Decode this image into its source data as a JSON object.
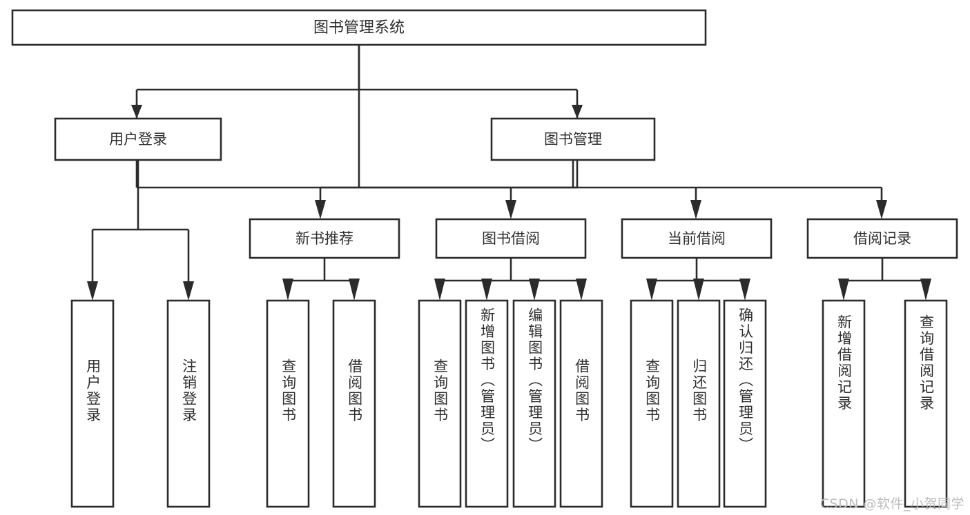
{
  "diagram": {
    "kind": "tree-structure-chart",
    "title": "图书管理系统",
    "background_color": "#ffffff",
    "line_color": "#2b2b2b",
    "text_color": "#2f2f2f",
    "nodes": {
      "root": {
        "label": "图书管理系统"
      },
      "level1": [
        {
          "id": "user-login",
          "label": "用户登录"
        },
        {
          "id": "book-manage",
          "label": "图书管理"
        }
      ],
      "level2": [
        {
          "id": "new-book-recommend",
          "label": "新书推荐",
          "parent": "book-manage"
        },
        {
          "id": "book-borrow",
          "label": "图书借阅",
          "parent": "book-manage"
        },
        {
          "id": "current-borrow",
          "label": "当前借阅",
          "parent": "book-manage"
        },
        {
          "id": "borrow-record",
          "label": "借阅记录",
          "parent": "book-manage"
        }
      ],
      "leaves": [
        {
          "id": "leaf-user-login",
          "label": "用户登录",
          "parent": "user-login"
        },
        {
          "id": "leaf-logout-login",
          "label": "注销登录",
          "parent": "user-login"
        },
        {
          "id": "leaf-query-book-1",
          "label": "查询图书",
          "parent": "new-book-recommend"
        },
        {
          "id": "leaf-borrow-book-1",
          "label": "借阅图书",
          "parent": "new-book-recommend"
        },
        {
          "id": "leaf-query-book-2",
          "label": "查询图书",
          "parent": "book-borrow"
        },
        {
          "id": "leaf-add-book",
          "label": "新增图书（管理员）",
          "parent": "book-borrow"
        },
        {
          "id": "leaf-edit-book",
          "label": "编辑图书（管理员）",
          "parent": "book-borrow"
        },
        {
          "id": "leaf-borrow-book-2",
          "label": "借阅图书",
          "parent": "book-borrow"
        },
        {
          "id": "leaf-query-book-3",
          "label": "查询图书",
          "parent": "current-borrow"
        },
        {
          "id": "leaf-return-book",
          "label": "归还图书",
          "parent": "current-borrow"
        },
        {
          "id": "leaf-confirm-return",
          "label": "确认归还（管理员）",
          "parent": "current-borrow"
        },
        {
          "id": "leaf-add-record",
          "label": "新增借阅记录",
          "parent": "borrow-record"
        },
        {
          "id": "leaf-query-record",
          "label": "查询借阅记录",
          "parent": "borrow-record"
        }
      ]
    },
    "watermark": "CSDN @软件_小贺同学"
  }
}
